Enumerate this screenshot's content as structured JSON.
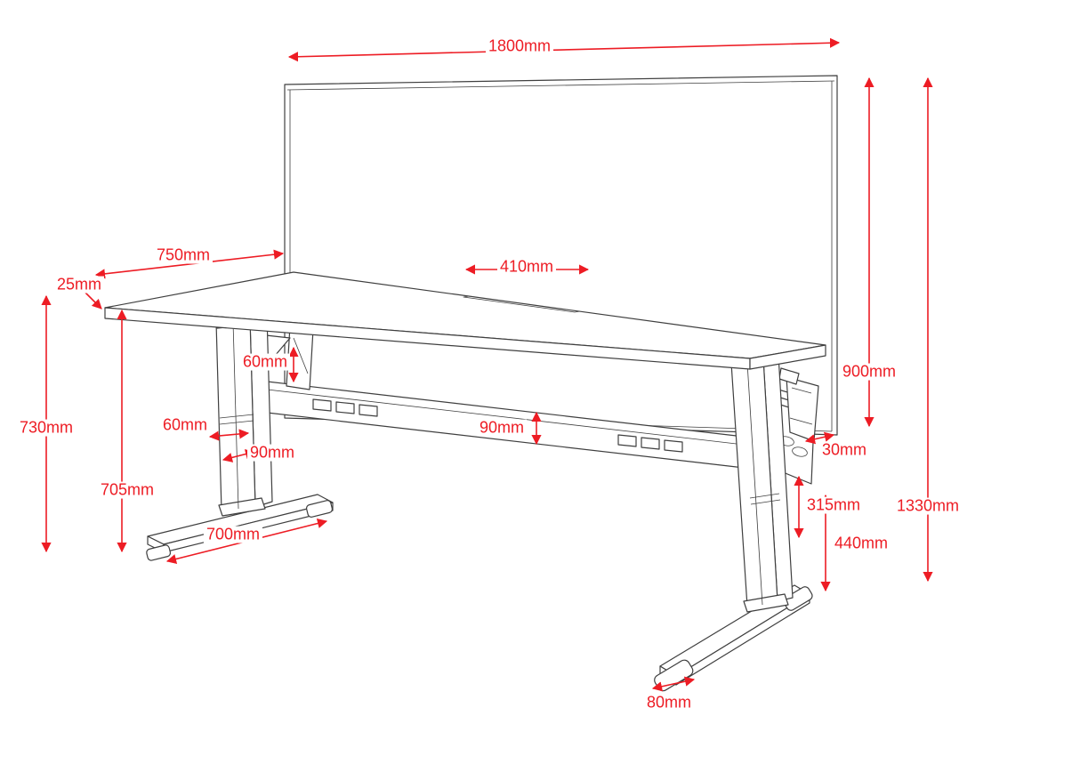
{
  "colors": {
    "dimension_red": "#ed1c24",
    "line": "#3f3f3f",
    "background": "#ffffff"
  },
  "dimensions": {
    "screen_width": "1800mm",
    "desktop_depth": "750mm",
    "desktop_thickness": "25mm",
    "desktop_height": "730mm",
    "underside_height": "705mm",
    "bracket_height": "60mm",
    "leg_width": "60mm",
    "leg_depth": "90mm",
    "beam_height": "90mm",
    "cutout_width": "410mm",
    "foot_length": "700mm",
    "screen_height_above_desk": "900mm",
    "screen_bottom_offset": "30mm",
    "dim_315": "315mm",
    "dim_440": "440mm",
    "overall_height": "1330mm",
    "foot_pad_width": "80mm"
  }
}
